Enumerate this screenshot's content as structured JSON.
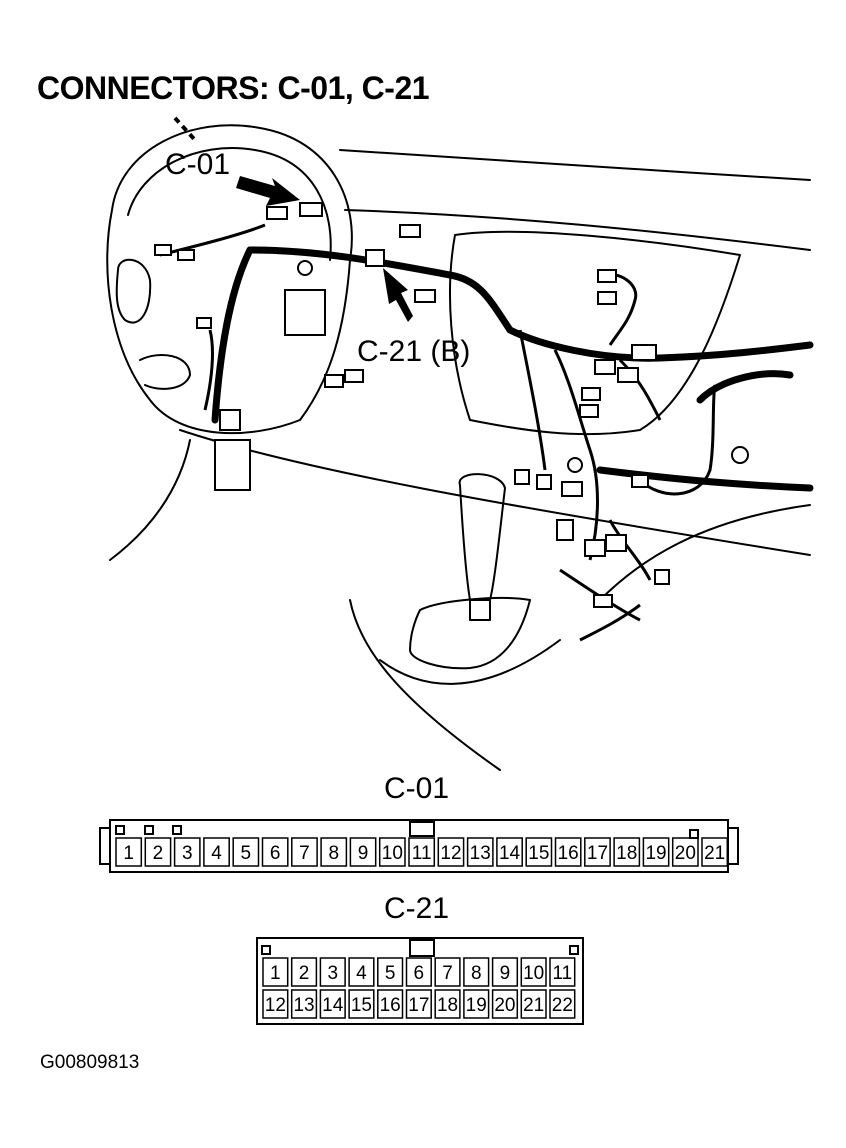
{
  "title": "CONNECTORS: C-01, C-21",
  "callouts": {
    "c01": "C-01",
    "c21": "C-21 (B)"
  },
  "connectors": [
    {
      "name": "C-01",
      "pins": [
        "1",
        "2",
        "3",
        "4",
        "5",
        "6",
        "7",
        "8",
        "9",
        "10",
        "11",
        "12",
        "13",
        "14",
        "15",
        "16",
        "17",
        "18",
        "19",
        "20",
        "21"
      ]
    },
    {
      "name": "C-21",
      "rows": [
        [
          "1",
          "2",
          "3",
          "4",
          "5",
          "6",
          "7",
          "8",
          "9",
          "10",
          "11"
        ],
        [
          "12",
          "13",
          "14",
          "15",
          "16",
          "17",
          "18",
          "19",
          "20",
          "21",
          "22"
        ]
      ]
    }
  ],
  "figure_id": "G00809813"
}
